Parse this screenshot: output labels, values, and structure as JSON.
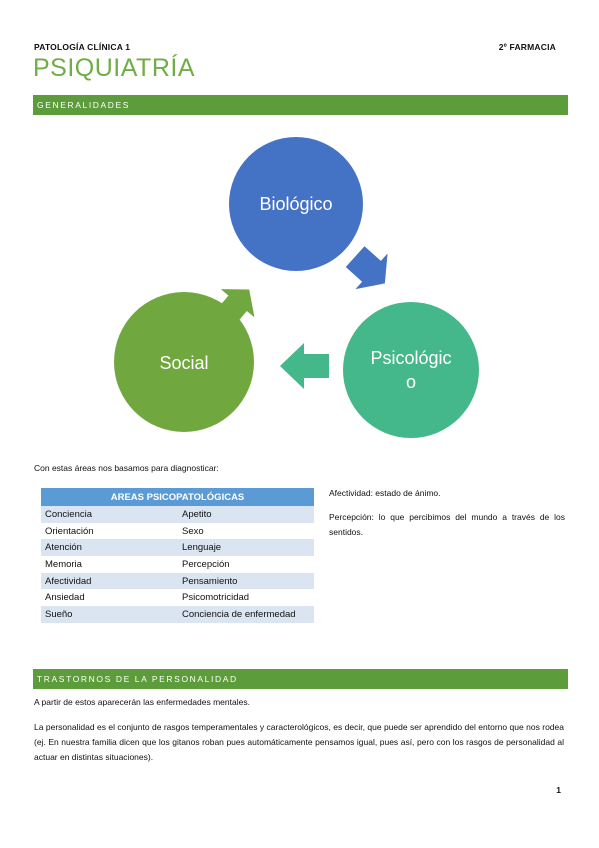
{
  "header": {
    "left": "PATOLOGÍA CLÍNICA 1",
    "right": "2º FARMACIA"
  },
  "title": "PSIQUIATRÍA",
  "sections": {
    "generalidades": "GENERALIDADES",
    "trastornos": "TRASTORNOS DE LA PERSONALIDAD"
  },
  "diagram": {
    "nodes": [
      {
        "label": "Biológico",
        "color": "#4472c4"
      },
      {
        "label_line1": "Psicológic",
        "label_line2": "o",
        "color": "#44b88a"
      },
      {
        "label": "Social",
        "color": "#70a83f"
      }
    ]
  },
  "intro": "Con estas áreas nos basamos para diagnosticar:",
  "table": {
    "header": "AREAS PSICOPATOLÓGICAS",
    "rows": [
      [
        "Conciencia",
        "Apetito"
      ],
      [
        "Orientación",
        "Sexo"
      ],
      [
        "Atención",
        "Lenguaje"
      ],
      [
        "Memoria",
        "Percepción"
      ],
      [
        "Afectividad",
        "Pensamiento"
      ],
      [
        "Ansiedad",
        "Psicomotricidad"
      ],
      [
        "Sueño",
        "Conciencia de enfermedad"
      ]
    ],
    "header_color": "#5b9bd5",
    "stripe_color": "#dbe4f1"
  },
  "notes": {
    "afectividad": "Afectividad: estado de ánimo.",
    "percepcion": "Percepción: lo que percibimos del mundo a través de los sentidos."
  },
  "trastornos": {
    "p1": "A partir de estos aparecerán las enfermedades mentales.",
    "p2": "La personalidad es el conjunto de rasgos temperamentales y caracterológicos, es decir, que puede ser aprendido del entorno que nos rodea (ej. En nuestra familia dicen que los gitanos roban pues automáticamente pensamos igual, pues así, pero con los rasgos de personalidad al actuar en distintas situaciones)."
  },
  "page_number": "1",
  "colors": {
    "title_green": "#71ad47",
    "bar_green": "#5c9c3a"
  }
}
